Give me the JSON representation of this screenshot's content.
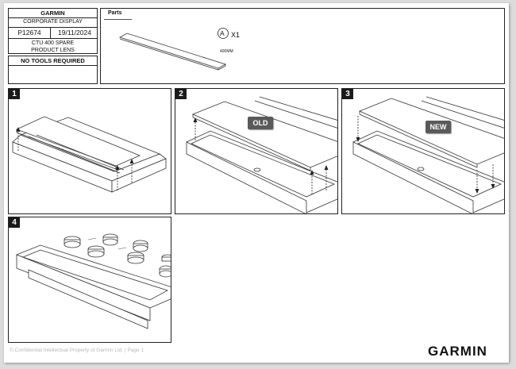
{
  "header": {
    "brand": "GARMIN",
    "display": "CORPORATE DISPLAY",
    "code": "P12674",
    "date": "19/11/2024",
    "product": "CTU 400 SPARE PRODUCT LENS",
    "tools": "NO TOOLS REQUIRED"
  },
  "parts": {
    "label": "Parts",
    "item_letter": "A",
    "quantity": "X1",
    "dimension": "400MM"
  },
  "steps": [
    {
      "number": "1"
    },
    {
      "number": "2",
      "tag": "OLD"
    },
    {
      "number": "3",
      "tag": "NEW"
    },
    {
      "number": "4"
    }
  ],
  "footer": {
    "legal": "© Confidential Intellectual Property of Garmin Ltd. | Page 1",
    "logo": "GARMIN"
  }
}
